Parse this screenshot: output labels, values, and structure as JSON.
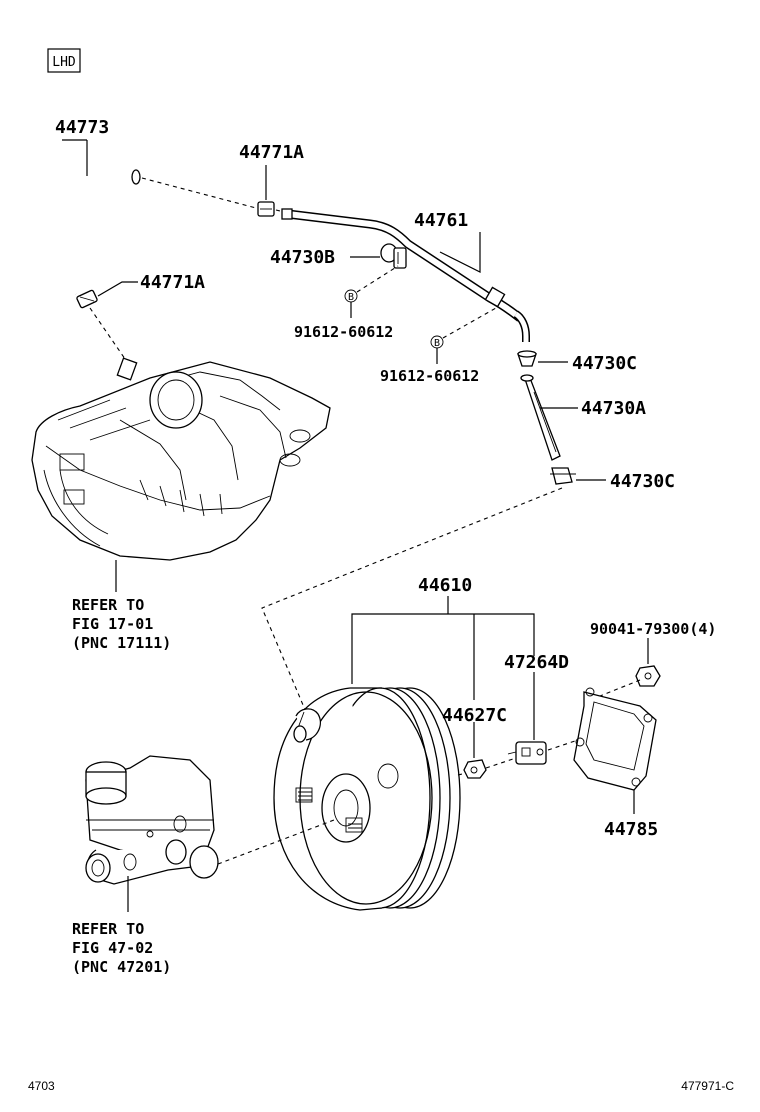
{
  "badge": "LHD",
  "labels": {
    "p44773": "44773",
    "p44771a_top": "44771A",
    "p44771a_left": "44771A",
    "p44761": "44761",
    "p44730b": "44730B",
    "bolt_b1": "91612-60612",
    "bolt_b2": "91612-60612",
    "bolt_letter": "B",
    "p44730c_top": "44730C",
    "p44730a": "44730A",
    "p44730c_bot": "44730C",
    "p44610": "44610",
    "p90041": "90041-79300(4)",
    "p47264d": "47264D",
    "p44627c": "44627C",
    "p44785": "44785"
  },
  "refs": {
    "manifold": [
      "REFER TO",
      "FIG 17-01",
      "(PNC 17111)"
    ],
    "master_cyl": [
      "REFER TO",
      "FIG 47-02",
      "(PNC 47201)"
    ]
  },
  "footer": {
    "left": "4703",
    "right": "477971-C"
  }
}
